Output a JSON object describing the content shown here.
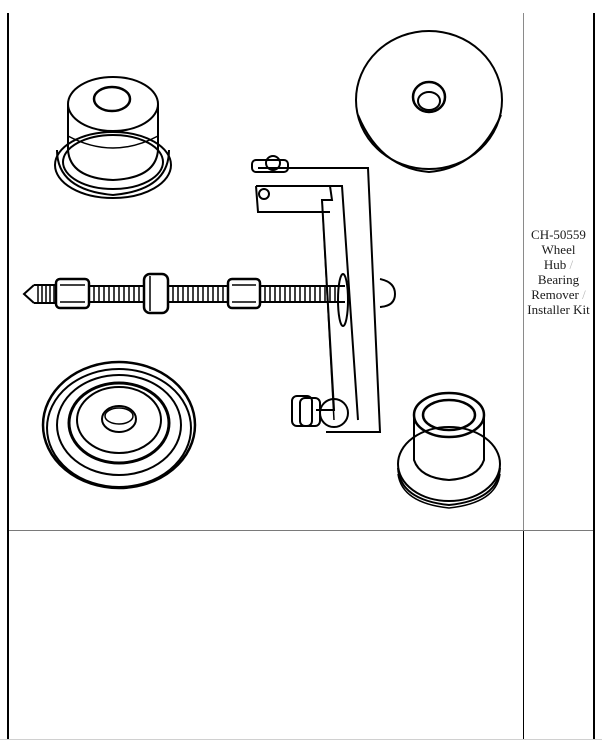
{
  "table": {
    "rows": [
      {
        "illustration": {
          "alt": "Wheel hub / bearing remover / installer kit exploded view",
          "components": [
            "stepped-adapter-top-left",
            "flat-disc-plate-top-right",
            "threaded-forcing-screw-with-nuts",
            "c-frame-bracket",
            "flanged-ring-adapter-bottom-left",
            "stepped-sleeve-adapter-bottom-right"
          ]
        },
        "caption": {
          "part_number": "CH-50559",
          "line1": "Wheel",
          "line2": "Hub",
          "line3": "Bearing",
          "line4": "Remover",
          "line5": "Installer Kit",
          "separator": "/"
        }
      },
      {
        "illustration": null,
        "caption": null
      }
    ]
  },
  "colors": {
    "border": "#000000",
    "divider": "#7a7a7a",
    "text": "#1a1a1a",
    "separator": "#b5b5b5"
  }
}
